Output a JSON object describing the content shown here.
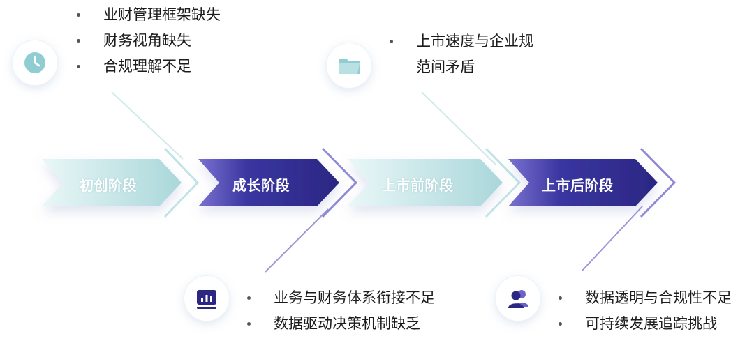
{
  "stages": [
    {
      "label": "初创阶段",
      "style": "light"
    },
    {
      "label": "成长阶段",
      "style": "dark"
    },
    {
      "label": "上市前阶段",
      "style": "light"
    },
    {
      "label": "上市后阶段",
      "style": "dark"
    }
  ],
  "callouts": [
    {
      "icon": "clock-icon",
      "items": [
        "业财管理框架缺失",
        "财务视角缺失",
        "合规理解不足"
      ]
    },
    {
      "icon": "folder-icon",
      "items": [
        "上市速度与企业规",
        "范间矛盾"
      ]
    },
    {
      "icon": "chart-board-icon",
      "items": [
        "业务与财务体系衔接不足",
        "数据驱动决策机制缺乏"
      ]
    },
    {
      "icon": "users-icon",
      "items": [
        "数据透明与合规性不足",
        "可持续发展追踪挑战"
      ]
    }
  ],
  "colors": {
    "light_start": "#eaf7f7",
    "light_end": "#a9d7da",
    "dark_start": "#6b63c6",
    "dark_end": "#2b2783",
    "connector_light": "#bfe3e6",
    "connector_dark": "#8f89d6",
    "icon_teal": "#8fcdd2",
    "icon_navy": "#2b2783"
  }
}
